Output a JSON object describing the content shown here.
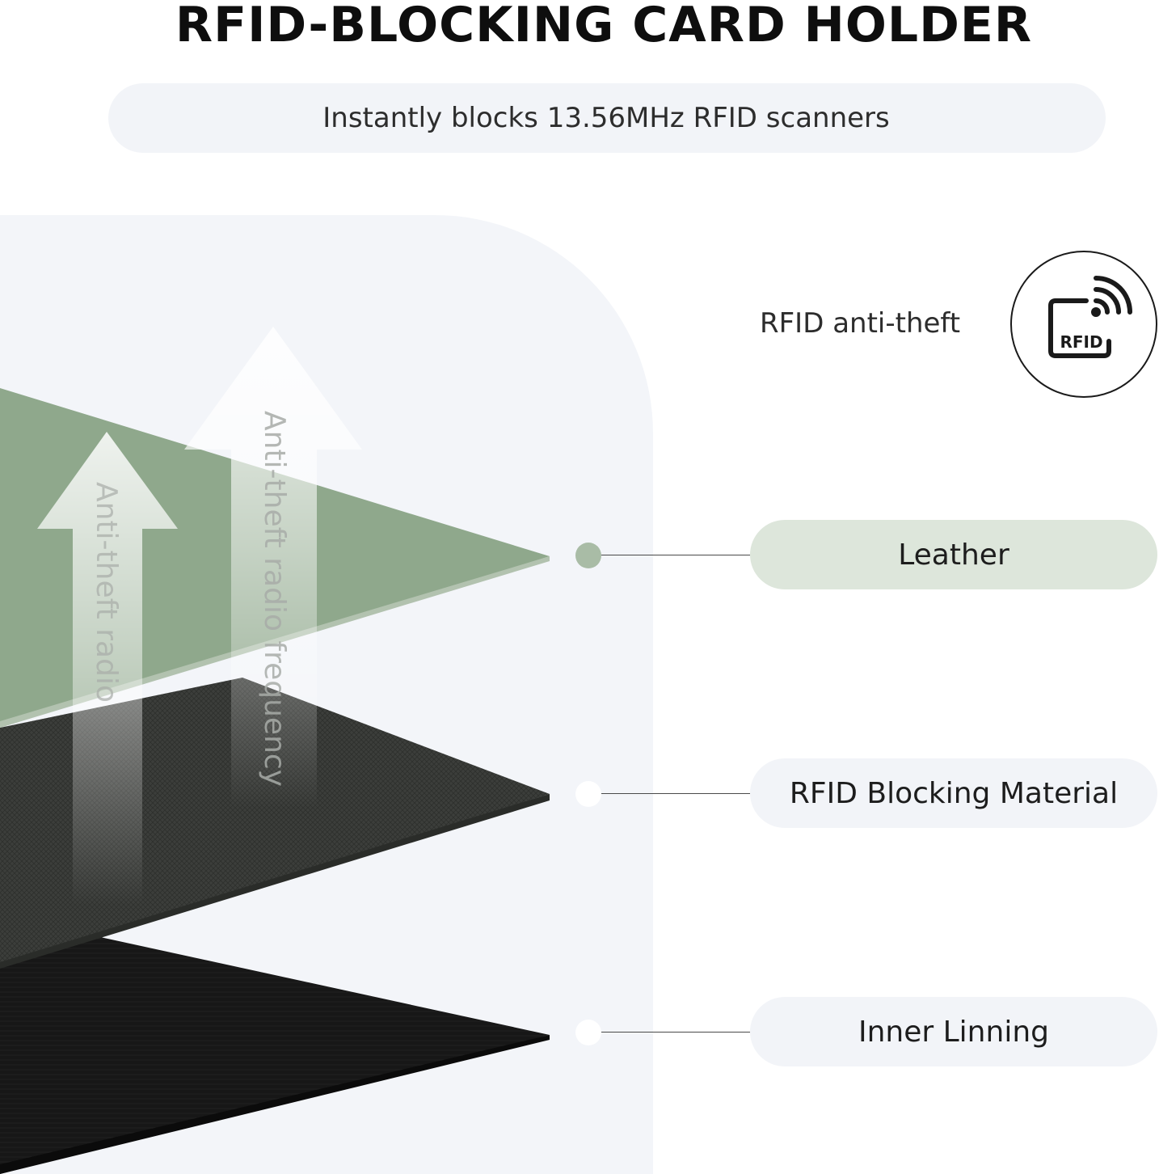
{
  "header": {
    "title": "RFID-BLOCKING CARD HOLDER",
    "subtitle": "Instantly blocks 13.56MHz RFID scanners"
  },
  "feature": {
    "label": "RFID anti-theft",
    "badge_text": "RFID",
    "icon": "rfid-signal-icon"
  },
  "arrows": {
    "label": "Anti-theft radio frequency",
    "label_short": "Anti-theft radio"
  },
  "layers": [
    {
      "name": "Leather",
      "color": "#8fa88c",
      "dot_color": "#a9bca6"
    },
    {
      "name": "RFID Blocking Material",
      "color": "#3b3d3a",
      "dot_color": "#ffffff"
    },
    {
      "name": "Inner Linning",
      "color": "#161616",
      "dot_color": "#ffffff"
    }
  ],
  "colors": {
    "leather_pill": "#dde6db",
    "neutral_pill": "#f2f4f8",
    "panel": "#f3f5f9",
    "text": "#1d1d1d"
  }
}
